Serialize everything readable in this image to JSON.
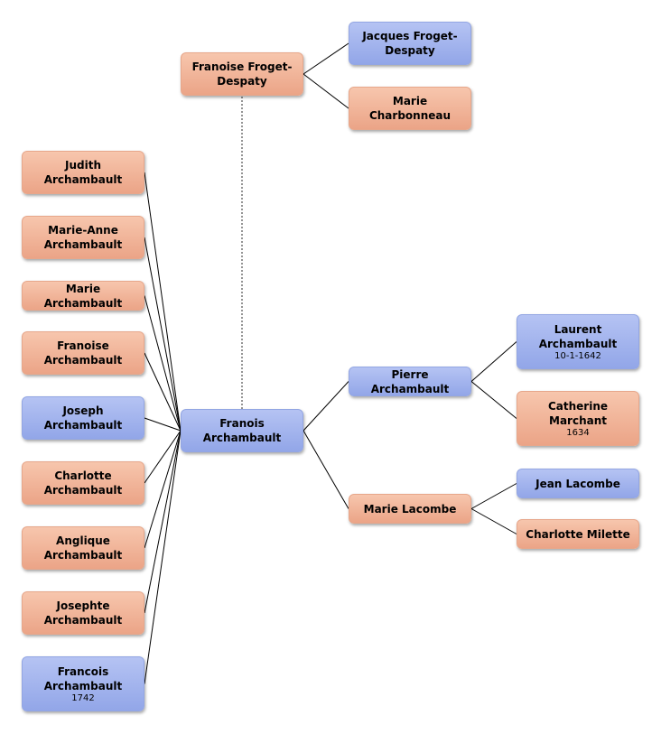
{
  "nodes": {
    "judith": {
      "name": "Judith Archambault",
      "sex": "female"
    },
    "marie_anne": {
      "name": "Marie-Anne Archambault",
      "sex": "female"
    },
    "marie": {
      "name": "Marie Archambault",
      "sex": "female"
    },
    "franoise_a": {
      "name": "Franoise Archambault",
      "sex": "female"
    },
    "joseph": {
      "name": "Joseph Archambault",
      "sex": "male"
    },
    "charlotte_a": {
      "name": "Charlotte Archambault",
      "sex": "female"
    },
    "anglique": {
      "name": "Anglique Archambault",
      "sex": "female"
    },
    "josephte": {
      "name": "Josephte Archambault",
      "sex": "female"
    },
    "francois_child": {
      "name": "Francois Archambault",
      "date": "1742",
      "sex": "male"
    },
    "franoise_froget": {
      "name": "Franoise Froget-Despaty",
      "sex": "female"
    },
    "jacques": {
      "name": "Jacques Froget-Despaty",
      "sex": "male"
    },
    "marie_charbonneau": {
      "name": "Marie Charbonneau",
      "sex": "female"
    },
    "franois": {
      "name": "Franois Archambault",
      "sex": "male"
    },
    "pierre": {
      "name": "Pierre Archambault",
      "sex": "male"
    },
    "marie_lacombe": {
      "name": "Marie Lacombe",
      "sex": "female"
    },
    "laurent": {
      "name": "Laurent Archambault",
      "date": "10-1-1642",
      "sex": "male"
    },
    "catherine": {
      "name": "Catherine Marchant",
      "date": "1634",
      "sex": "female"
    },
    "jean": {
      "name": "Jean Lacombe",
      "sex": "male"
    },
    "charlotte_m": {
      "name": "Charlotte Milette",
      "sex": "female"
    }
  },
  "colors": {
    "female": "#eba487",
    "male": "#92a6e8",
    "line": "#000000",
    "spouse_line": "#666666"
  }
}
